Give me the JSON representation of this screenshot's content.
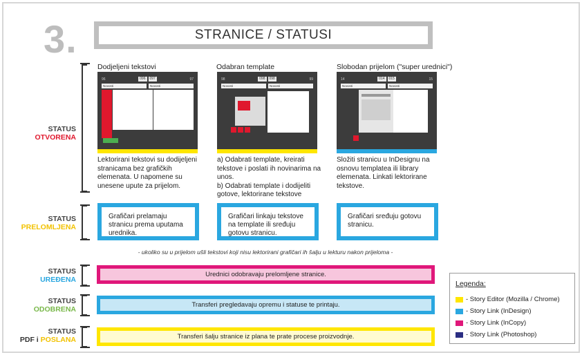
{
  "header": {
    "step_number": "3.",
    "title": "STRANICE / STATUSI"
  },
  "colors": {
    "yellow": "#ffe600",
    "blue": "#2aa7e0",
    "magenta": "#e0177a",
    "navy": "#2b2e83",
    "red": "#e0182d",
    "orange_text": "#f2c200",
    "blue_text": "#2aa7e0",
    "green_text": "#79b84a"
  },
  "statuses": [
    {
      "line1": "STATUS",
      "line2": "OTVORENA"
    },
    {
      "line1": "STATUS",
      "line2": "PRELOMLJENA"
    },
    {
      "line1": "STATUS",
      "line2": "UREĐENA"
    },
    {
      "line1": "STATUS",
      "line2": "ODOBRENA"
    },
    {
      "line1": "STATUS",
      "line2_prefix": "PDF i",
      "line2": "POSLANA"
    }
  ],
  "columns": [
    {
      "heading": "Dodjeljeni tekstovi",
      "screen": {
        "left_num": "96",
        "right_num": "97",
        "tab1": "096",
        "tab2": "097",
        "dropdown1": "Novosti",
        "dropdown2": "Novosti"
      },
      "description": "Lektorirani tekstovi su dodijeljeni stranicama bez grafičkih elemenata. U napomene su unesene upute za prijelom.",
      "prelom": "Grafičari prelamaju stranicu prema uputama urednika."
    },
    {
      "heading": "Odabran template",
      "screen": {
        "left_num": "98",
        "right_num": "99",
        "tab1": "098",
        "tab2": "098",
        "dropdown1": "Novosti",
        "dropdown2": "Novosti"
      },
      "description": "a) Odabrati template, kreirati tekstove i poslati ih novinarima na unos.\nb) Odabrati template i dodijeliti gotove, lektorirane tekstove",
      "prelom": "Grafičari linkaju tekstove na template ili sređuju gotovu stranicu."
    },
    {
      "heading": "Slobodan prijelom (\"super urednici\")",
      "screen": {
        "left_num": "14",
        "right_num": "15",
        "tab1": "014",
        "tab2": "015",
        "dropdown1": "Novosti",
        "dropdown2": "Novosti"
      },
      "description": "Složiti stranicu u InDesignu na osnovu templatea ili library elemenata. Linkati lektorirane tekstove.",
      "prelom": "Grafičari sređuju gotovu stranicu."
    }
  ],
  "note": "- ukoliko su u prijelom ušli tekstovi koji nisu lektorirani grafičari ih šalju u lekturu nakon prijeloma -",
  "bars": [
    {
      "text": "Urednici odobravaju prelomljene stranice."
    },
    {
      "text": "Transferi pregledavaju opremu i statuse te printaju."
    },
    {
      "text": "Transferi šalju stranice iz plana te prate procese proizvodnje."
    }
  ],
  "legend": {
    "title": "Legenda:",
    "items": [
      {
        "label": "- Story Editor (Mozilla / Chrome)",
        "color": "#ffe600"
      },
      {
        "label": "- Story Link (InDesign)",
        "color": "#2aa7e0"
      },
      {
        "label": "- Story Link (InCopy)",
        "color": "#e0177a"
      },
      {
        "label": "- Story Link (Photoshop)",
        "color": "#2b2e83"
      }
    ]
  }
}
